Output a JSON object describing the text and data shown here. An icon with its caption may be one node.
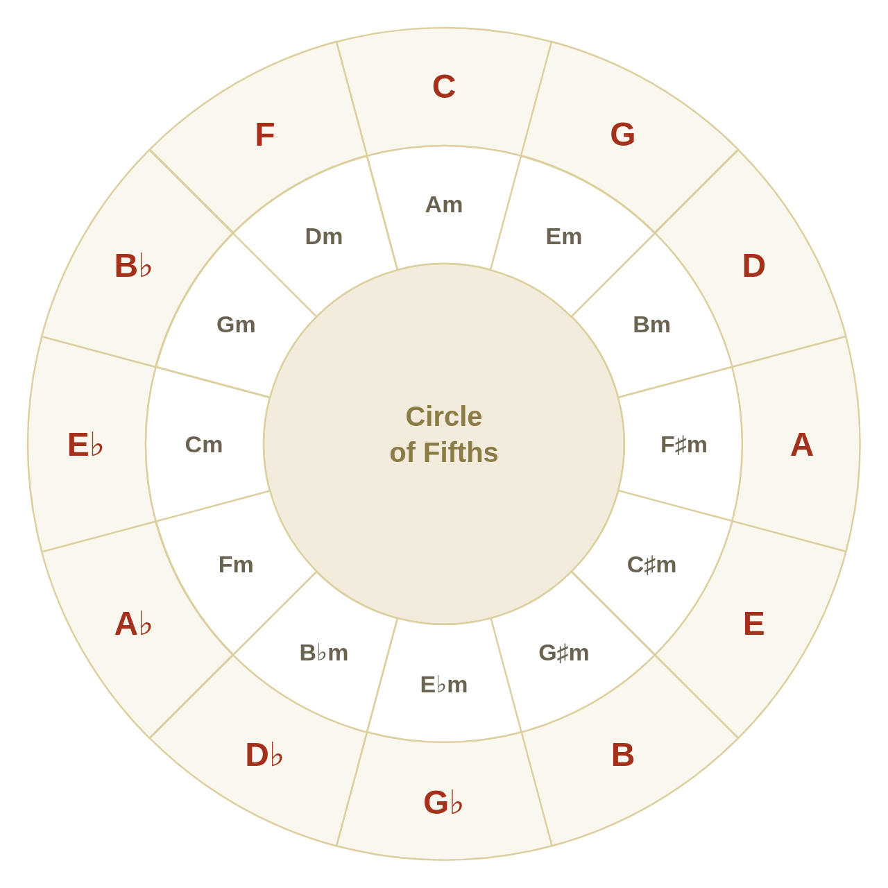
{
  "diagram": {
    "nodes": [
      {
        "text": [
          "Circle of Fifths"
        ]
      },
      {
        "text": [
          "C"
        ]
      },
      {
        "text": [
          "G"
        ]
      },
      {
        "text": [
          "D"
        ]
      },
      {
        "text": [
          "A"
        ]
      },
      {
        "text": [
          "E"
        ]
      },
      {
        "text": [
          "B"
        ]
      },
      {
        "text": [
          "G♭"
        ]
      },
      {
        "text": [
          "D♭"
        ]
      },
      {
        "text": [
          "A♭"
        ]
      },
      {
        "text": [
          "E♭"
        ]
      },
      {
        "text": [
          "B♭"
        ]
      },
      {
        "text": [
          "F"
        ]
      },
      {
        "text": [
          "Am"
        ]
      },
      {
        "text": [
          "Em"
        ]
      },
      {
        "text": [
          "Bm"
        ]
      },
      {
        "text": [
          "F♯m"
        ]
      },
      {
        "text": [
          "C♯m"
        ]
      },
      {
        "text": [
          "G♯m"
        ]
      },
      {
        "text": [
          "E♭m"
        ]
      },
      {
        "text": [
          "B♭m"
        ]
      },
      {
        "text": [
          "Fm"
        ]
      },
      {
        "text": [
          "Cm"
        ]
      },
      {
        "text": [
          "Gm"
        ]
      },
      {
        "text": [
          "Dm"
        ]
      }
    ]
  }
}
